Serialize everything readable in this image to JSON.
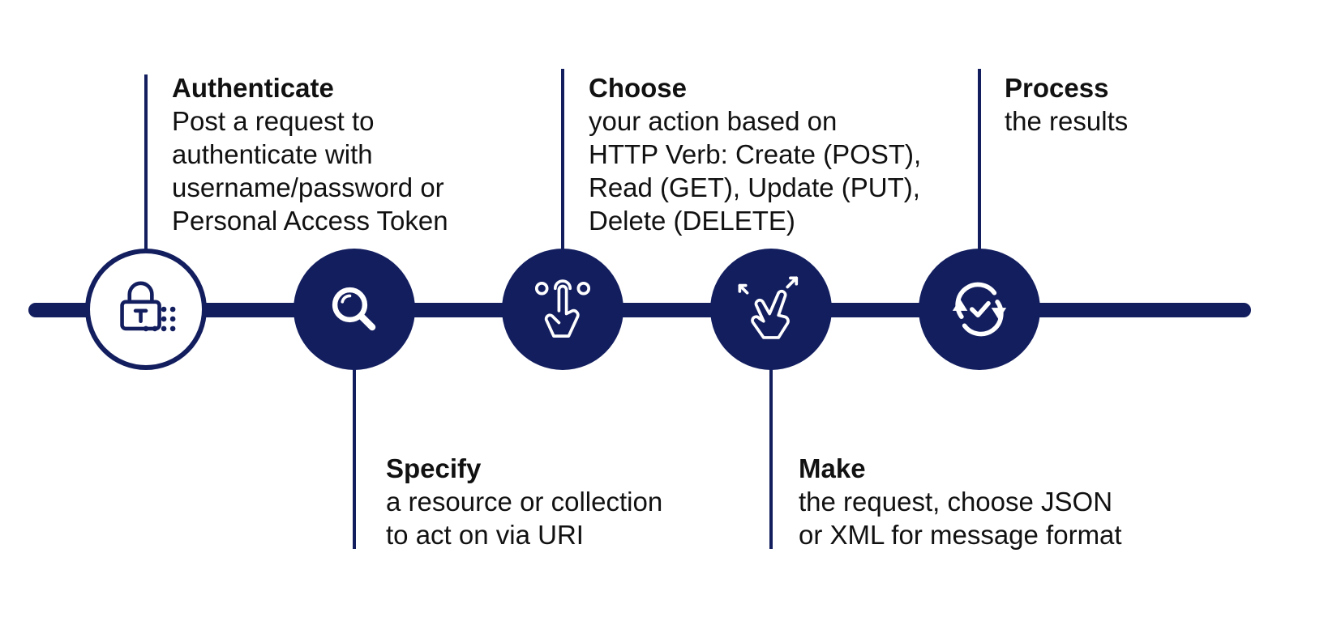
{
  "theme": {
    "accent": "#131e5f",
    "background": "#ffffff",
    "text": "#111111"
  },
  "steps": [
    {
      "title": "Authenticate",
      "lines": [
        "Post a request to",
        "authenticate with",
        "username/password or",
        "Personal Access Token"
      ],
      "icon": "lock-keypad-icon"
    },
    {
      "title": "Specify",
      "lines": [
        "a resource or collection",
        "to act on via URI"
      ],
      "icon": "magnifier-icon"
    },
    {
      "title": "Choose",
      "lines": [
        "your action based on",
        "HTTP Verb: Create (POST),",
        "Read (GET), Update (PUT),",
        "Delete (DELETE)"
      ],
      "icon": "finger-select-icon"
    },
    {
      "title": "Make",
      "lines": [
        "the request, choose JSON",
        "or XML for message format"
      ],
      "icon": "hand-gesture-icon"
    },
    {
      "title": "Process",
      "lines": [
        "the results"
      ],
      "icon": "refresh-check-icon"
    }
  ]
}
